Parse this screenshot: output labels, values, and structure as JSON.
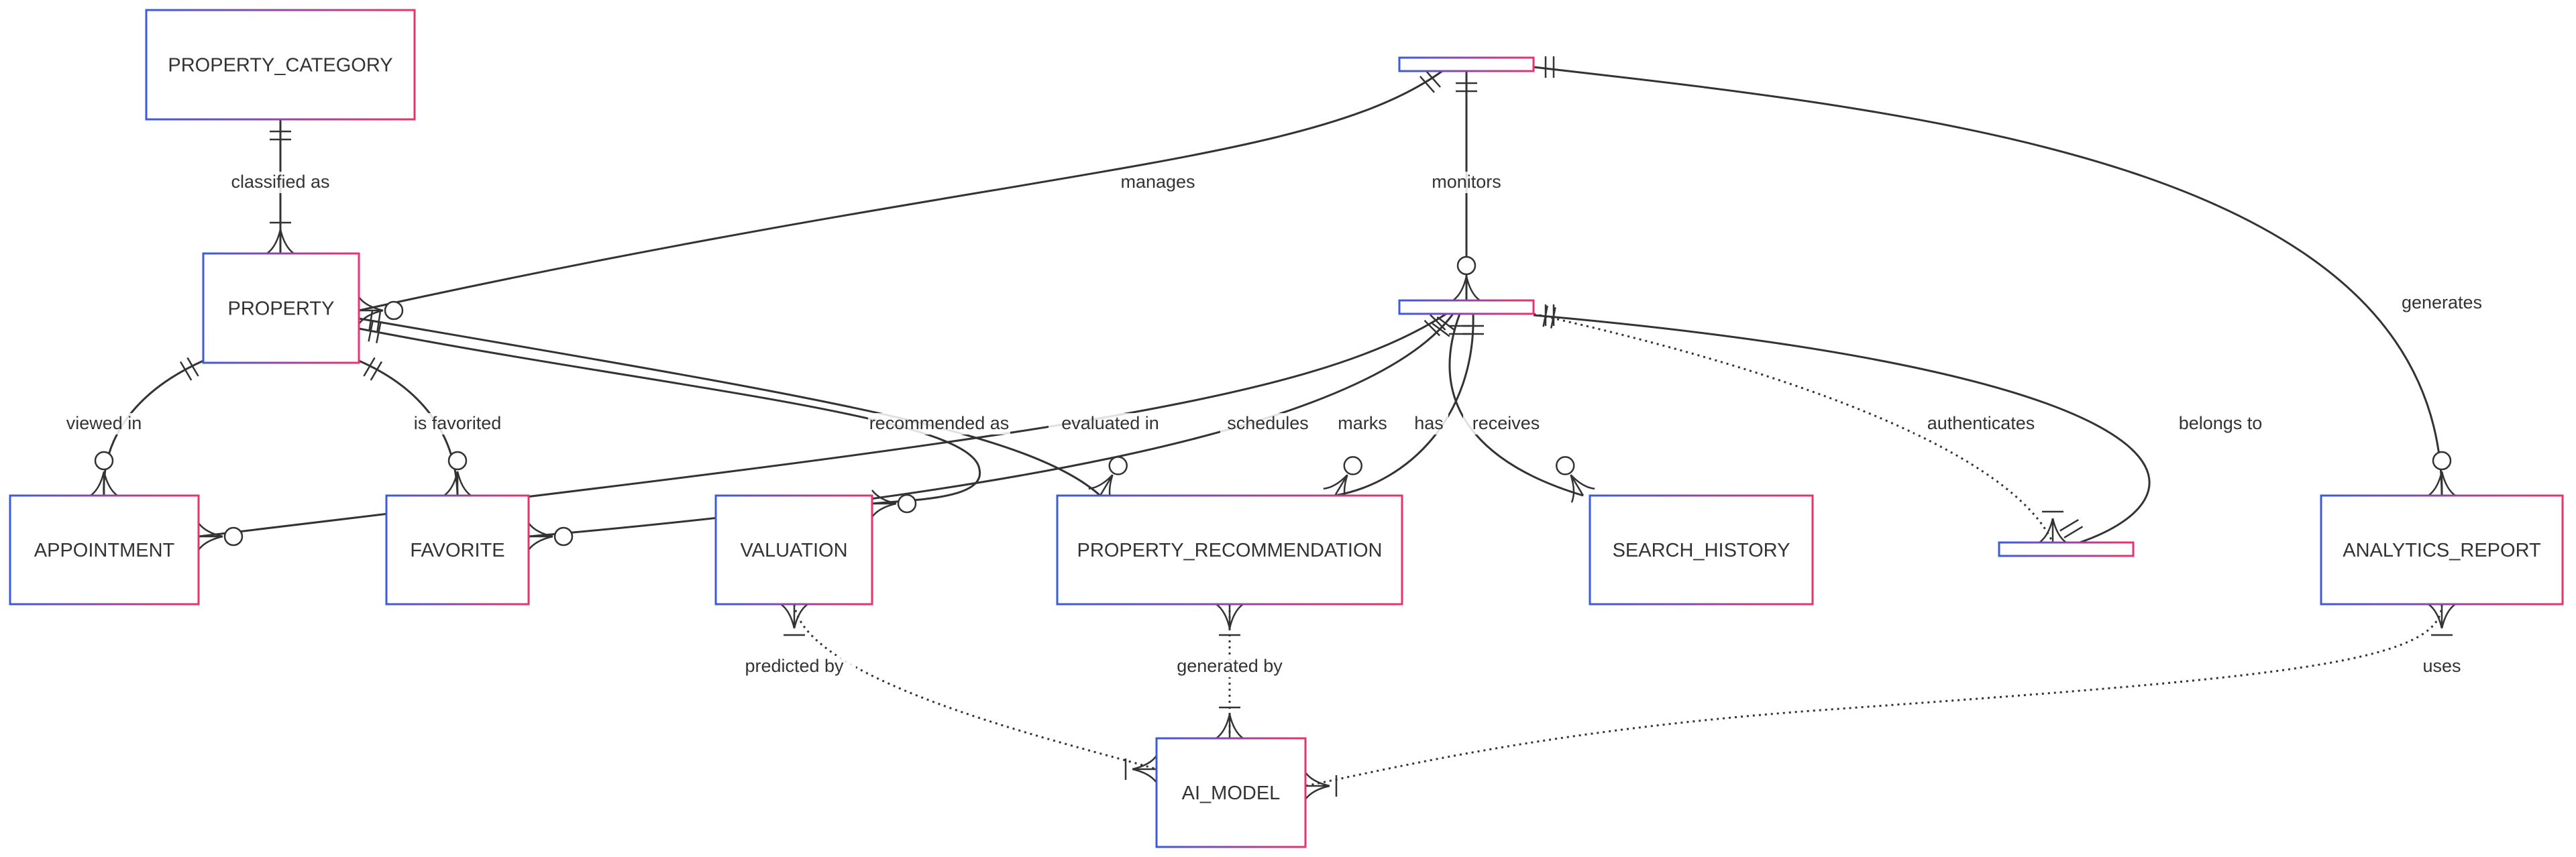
{
  "colors": {
    "entity_border_start": "#3b5bdb",
    "entity_border_end": "#e8336d",
    "entity_fill": "#ffffff",
    "line": "#333333",
    "text": "#333333"
  },
  "entities": [
    {
      "id": "property_category",
      "label": "PROPERTY_CATEGORY"
    },
    {
      "id": "admin",
      "label": ""
    },
    {
      "id": "property",
      "label": "PROPERTY"
    },
    {
      "id": "user",
      "label": ""
    },
    {
      "id": "appointment",
      "label": "APPOINTMENT"
    },
    {
      "id": "favorite",
      "label": "FAVORITE"
    },
    {
      "id": "valuation",
      "label": "VALUATION"
    },
    {
      "id": "property_recommendation",
      "label": "PROPERTY_RECOMMENDATION"
    },
    {
      "id": "search_history",
      "label": "SEARCH_HISTORY"
    },
    {
      "id": "session",
      "label": ""
    },
    {
      "id": "analytics_report",
      "label": "ANALYTICS_REPORT"
    },
    {
      "id": "ai_model",
      "label": "AI_MODEL"
    }
  ],
  "relationships": [
    {
      "id": "classified_as",
      "label": "classified as",
      "from": "property_category",
      "to": "property",
      "from_card": "exactly-one",
      "to_card": "one-or-many",
      "style": "solid"
    },
    {
      "id": "manages",
      "label": "manages",
      "from": "admin",
      "to": "property",
      "from_card": "exactly-one",
      "to_card": "zero-or-many",
      "style": "solid"
    },
    {
      "id": "monitors",
      "label": "monitors",
      "from": "admin",
      "to": "user",
      "from_card": "exactly-one",
      "to_card": "zero-or-many",
      "style": "solid"
    },
    {
      "id": "generates",
      "label": "generates",
      "from": "admin",
      "to": "analytics_report",
      "from_card": "exactly-one",
      "to_card": "zero-or-many",
      "style": "solid"
    },
    {
      "id": "viewed_in",
      "label": "viewed in",
      "from": "property",
      "to": "appointment",
      "from_card": "exactly-one",
      "to_card": "zero-or-many",
      "style": "solid"
    },
    {
      "id": "is_favorited",
      "label": "is favorited",
      "from": "property",
      "to": "favorite",
      "from_card": "exactly-one",
      "to_card": "zero-or-many",
      "style": "solid"
    },
    {
      "id": "recommended_as",
      "label": "recommended as",
      "from": "property",
      "to": "property_recommendation",
      "from_card": "exactly-one",
      "to_card": "zero-or-many",
      "style": "solid"
    },
    {
      "id": "evaluated_in",
      "label": "evaluated in",
      "from": "property",
      "to": "valuation",
      "from_card": "exactly-one",
      "to_card": "zero-or-many",
      "style": "solid"
    },
    {
      "id": "schedules",
      "label": "schedules",
      "from": "user",
      "to": "appointment",
      "from_card": "exactly-one",
      "to_card": "zero-or-many",
      "style": "solid"
    },
    {
      "id": "marks",
      "label": "marks",
      "from": "user",
      "to": "favorite",
      "from_card": "exactly-one",
      "to_card": "zero-or-many",
      "style": "solid"
    },
    {
      "id": "has",
      "label": "has",
      "from": "user",
      "to": "property_recommendation",
      "from_card": "exactly-one",
      "to_card": "zero-or-many",
      "style": "solid"
    },
    {
      "id": "receives",
      "label": "receives",
      "from": "user",
      "to": "search_history",
      "from_card": "exactly-one",
      "to_card": "zero-or-many",
      "style": "solid"
    },
    {
      "id": "authenticates",
      "label": "authenticates",
      "from": "user",
      "to": "session",
      "from_card": "exactly-one",
      "to_card": "one-or-many",
      "style": "dotted"
    },
    {
      "id": "belongs_to",
      "label": "belongs to",
      "from": "user",
      "to": "session",
      "from_card": "exactly-one",
      "to_card": "exactly-one",
      "style": "solid"
    },
    {
      "id": "predicted_by",
      "label": "predicted by",
      "from": "valuation",
      "to": "ai_model",
      "from_card": "one-or-many",
      "to_card": "one-or-many",
      "style": "dotted"
    },
    {
      "id": "generated_by",
      "label": "generated by",
      "from": "property_recommendation",
      "to": "ai_model",
      "from_card": "one-or-many",
      "to_card": "one-or-many",
      "style": "dotted"
    },
    {
      "id": "uses",
      "label": "uses",
      "from": "analytics_report",
      "to": "ai_model",
      "from_card": "one-or-many",
      "to_card": "one-or-many",
      "style": "dotted"
    }
  ]
}
